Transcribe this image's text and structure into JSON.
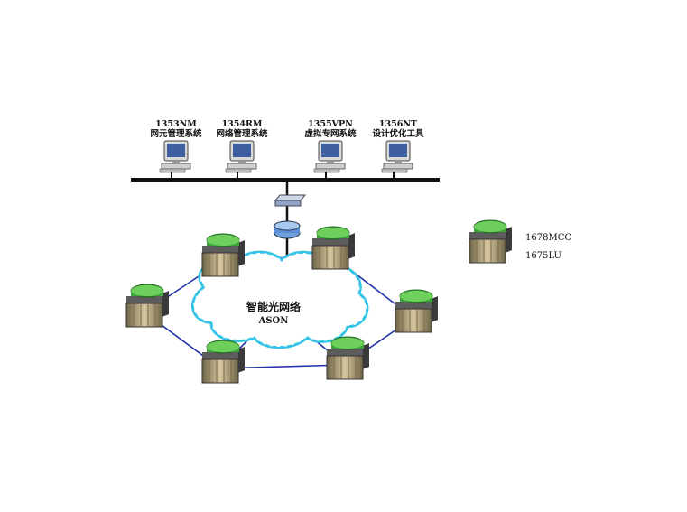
{
  "management_systems": [
    {
      "code": "1353NM",
      "name": "网元管理系统"
    },
    {
      "code": "1354RM",
      "name": "网络管理系统"
    },
    {
      "code": "1355VPN",
      "name": "虚拟专网系统"
    },
    {
      "code": "1356NT",
      "name": "设计优化工具"
    }
  ],
  "cloud": {
    "title": "智能光网络",
    "subtitle": "ASON"
  },
  "legend": {
    "model_top": "1678MCC",
    "model_bottom": "1675LU"
  },
  "colors": {
    "bus": "#111111",
    "ring_link": "#2233aa",
    "cloud_outline": "#33c3e6",
    "node_cap": "#3aa53a"
  }
}
